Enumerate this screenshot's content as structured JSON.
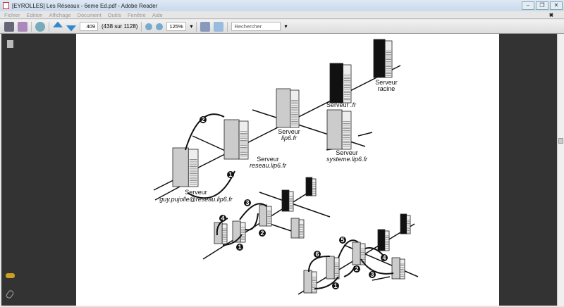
{
  "window": {
    "title": "[EYROLLES] Les Réseaux - 6eme Ed.pdf - Adobe Reader",
    "min": "–",
    "restore": "❐",
    "close": "✕"
  },
  "menu": [
    "Fichier",
    "Edition",
    "Affichage",
    "Document",
    "Outils",
    "Fenêtre",
    "Aide"
  ],
  "menu_close": "✖",
  "toolbar": {
    "page_number": "409",
    "page_info": "(438 sur 1128)",
    "zoom": "125%",
    "search_placeholder": "Rechercher"
  },
  "diagram": {
    "servers": [
      {
        "title": "Serveur",
        "name": "racine"
      },
      {
        "title": "Serveur",
        "name": ".fr"
      },
      {
        "title": "Serveur",
        "name": "lip6.fr"
      },
      {
        "title": "Serveur",
        "name": "systeme.lip6.fr"
      },
      {
        "title": "Serveur",
        "name": "reseau.lip6.fr"
      },
      {
        "title": "Serveur",
        "name": "guy.pujolle@reseau.lip6.fr"
      }
    ],
    "steps_a": [
      "1",
      "2"
    ],
    "steps_b": [
      "1",
      "2",
      "3",
      "4"
    ],
    "steps_c": [
      "1",
      "2",
      "3",
      "4",
      "5",
      "6"
    ]
  },
  "colors": {
    "panel": "#333333",
    "page": "#ffffff"
  }
}
